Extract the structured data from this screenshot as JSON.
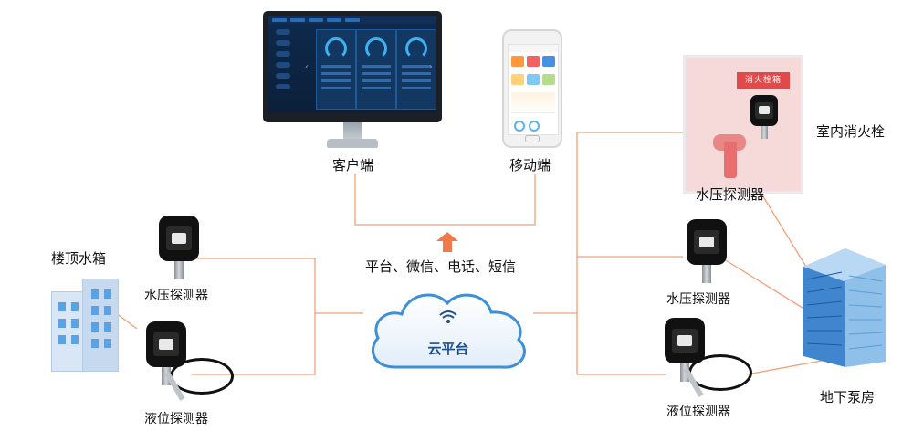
{
  "labels": {
    "client": "客户端",
    "mobile": "移动端",
    "indoor_hydrant": "室内消火栓",
    "pressure_sensor_hydrant": "水压探测器",
    "roof_tank": "楼顶水箱",
    "pressure_sensor_left": "水压探测器",
    "level_sensor_left": "液位探测器",
    "channels": "平台、微信、电话、短信",
    "cloud": "云平台",
    "pressure_sensor_right": "水压探测器",
    "level_sensor_right": "液位探测器",
    "pump_room": "地下泵房",
    "cabinet_sign": "消火栓箱"
  },
  "colors": {
    "connector": "#f0a07a",
    "arrow": "#f07a4a",
    "cloud_stroke": "#3d8fd8",
    "cloud_text": "#1f4e8f"
  }
}
